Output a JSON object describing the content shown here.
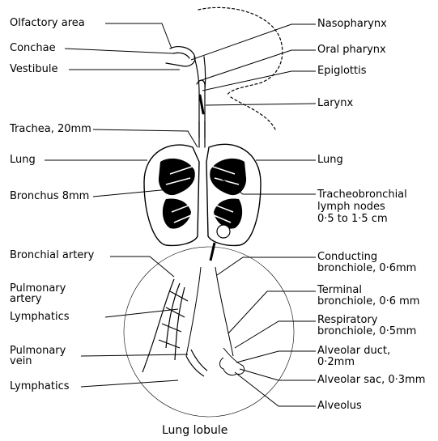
{
  "labels_left": [
    "Olfactory area",
    "Conchae",
    "Vestibule",
    "Trachea, 20mm",
    "Lung",
    "Bronchus 8mm",
    "Bronchial artery",
    "Pulmonary\nartery",
    "Lymphatics",
    "Pulmonary\nvein",
    "Lymphatics"
  ],
  "labels_right": [
    "Nasopharynx",
    "Oral pharynx",
    "Epiglottis",
    "Larynx",
    "Lung",
    "Tracheobronchial\nlymph nodes\n0·5 to 1·5 cm",
    "Conducting\nbronchiole, 0·6mm",
    "Terminal\nbronchiole, 0·6 mm",
    "Respiratory\nbronchiole, 0·5mm",
    "Alveolar duct,\n0·2mm",
    "Alveolar sac, 0·3mm",
    "Alveolus"
  ],
  "caption": "Lung lobule"
}
